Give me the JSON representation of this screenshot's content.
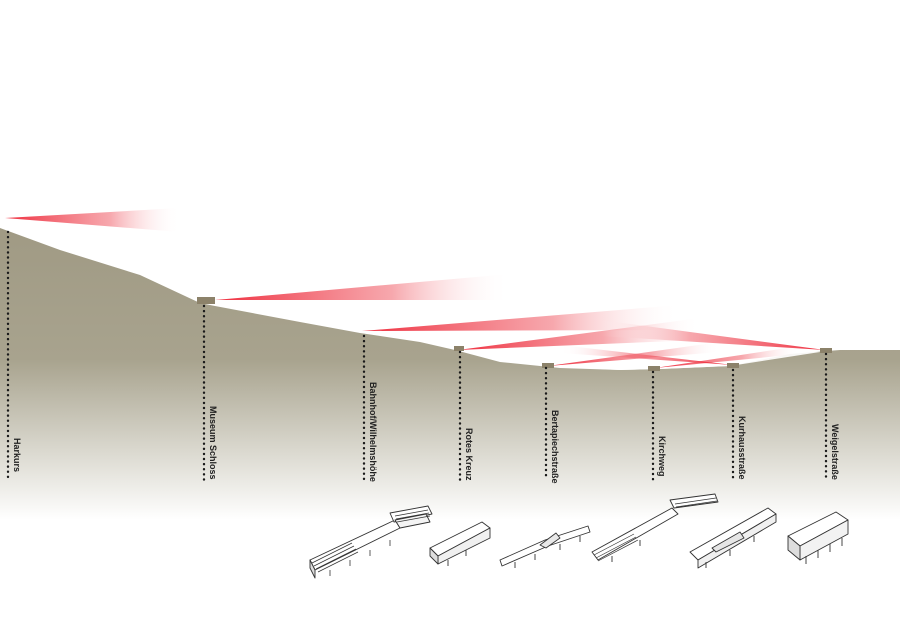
{
  "stations": [
    {
      "label": "Harkurs"
    },
    {
      "label": "Museum Schloss"
    },
    {
      "label": "Bahnhof/Wilhelmshöhe"
    },
    {
      "label": "Rotes Kreuz"
    },
    {
      "label": "Bertapiechstraße"
    },
    {
      "label": "Kirchweg"
    },
    {
      "label": "Kurhausstraße"
    },
    {
      "label": "Weigelstraße"
    }
  ],
  "colors": {
    "terrain_top": "#a09a84",
    "terrain_bottom": "#ffffff",
    "beam": "#ee2233",
    "platform": "#8c826a",
    "dots": "#1a1a1a",
    "model_stroke": "#333333"
  },
  "models": [
    {
      "name": "long-ramp-building"
    },
    {
      "name": "small-box-building"
    },
    {
      "name": "folded-slab-building"
    },
    {
      "name": "stair-ramp-building"
    },
    {
      "name": "split-ramp-building"
    },
    {
      "name": "pavilion-building"
    }
  ]
}
